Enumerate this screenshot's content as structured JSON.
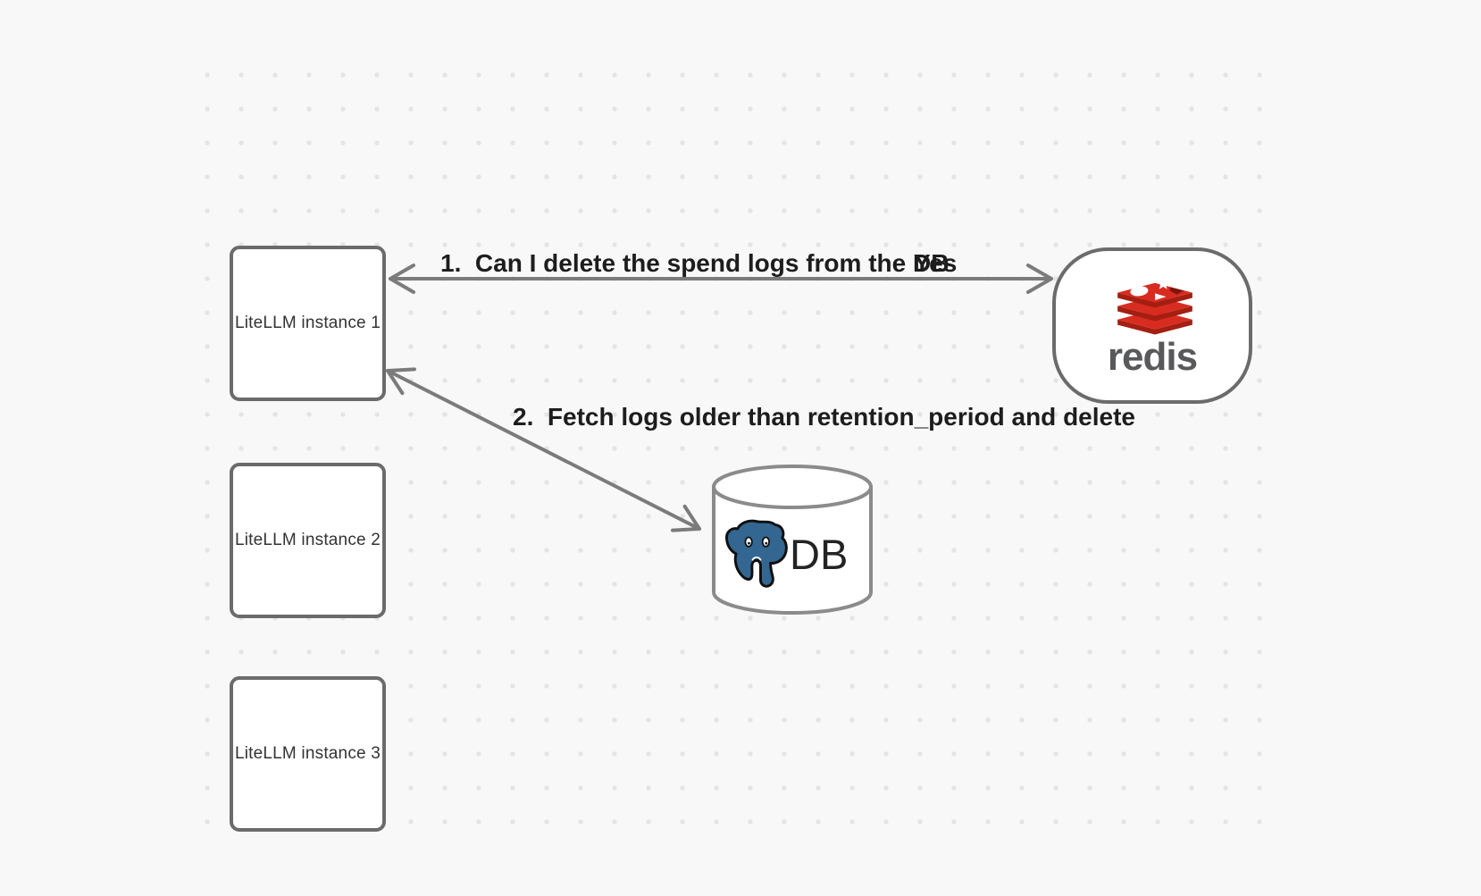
{
  "canvas": {
    "background": "#f8f8f8",
    "dot_color": "#e4e4e4"
  },
  "nodes": {
    "litellm1": {
      "label": "LiteLLM instance 1"
    },
    "litellm2": {
      "label": "LiteLLM instance 2"
    },
    "litellm3": {
      "label": "LiteLLM instance 3"
    },
    "redis": {
      "wordmark": "redis"
    },
    "db": {
      "label": "DB"
    }
  },
  "edges": {
    "redis_query": {
      "label": "1.  Can I delete the spend logs from the DB",
      "response": "Yes",
      "from": "litellm1",
      "to": "redis",
      "arrowheads": "both"
    },
    "db_fetch": {
      "label": "2.  Fetch logs older than retention_period and delete",
      "from": "litellm1",
      "to": "db",
      "arrowheads": "both"
    }
  },
  "colors": {
    "arrow": "#7b7b7b",
    "shape_border": "#6b6b6b",
    "cylinder_border": "#8b8b8b",
    "redis_red": "#d82c20",
    "redis_dark_red": "#a41e11",
    "redis_notch": "#7e150d",
    "redis_wordmark": "#58595b",
    "postgres_blue": "#336791",
    "edge_label_text": "#1d1d1d",
    "box_label_text": "#333333"
  }
}
